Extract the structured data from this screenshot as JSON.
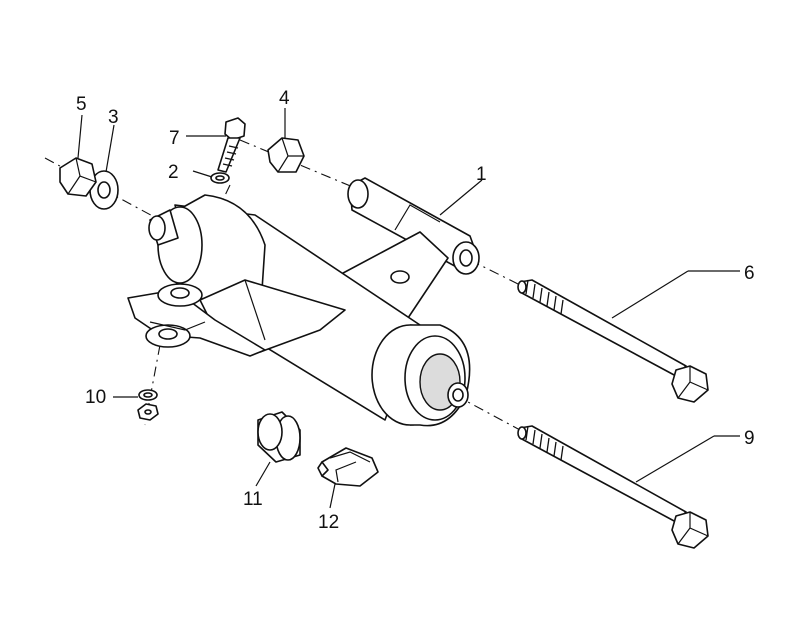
{
  "callouts": {
    "c1": "1",
    "c2": "2",
    "c3": "3",
    "c4": "4",
    "c5": "5",
    "c6": "6",
    "c7": "7",
    "c9": "9",
    "c10": "10",
    "c11": "11",
    "c12": "12"
  }
}
